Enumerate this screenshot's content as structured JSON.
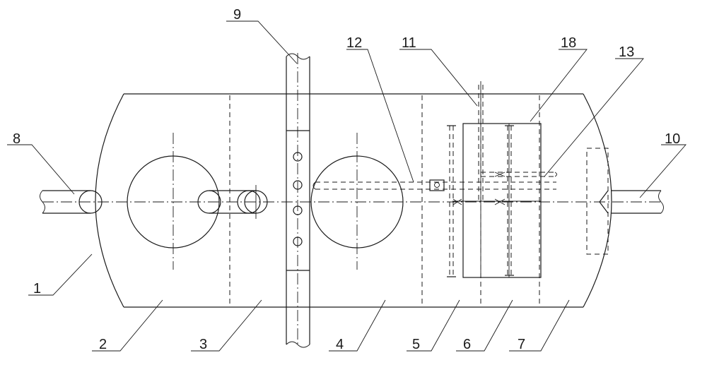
{
  "labels": {
    "l1": "1",
    "l2": "2",
    "l3": "3",
    "l4": "4",
    "l5": "5",
    "l6": "6",
    "l7": "7",
    "l8": "8",
    "l9": "9",
    "l10": "10",
    "l11": "11",
    "l12": "12",
    "l13": "13",
    "l18": "18"
  }
}
